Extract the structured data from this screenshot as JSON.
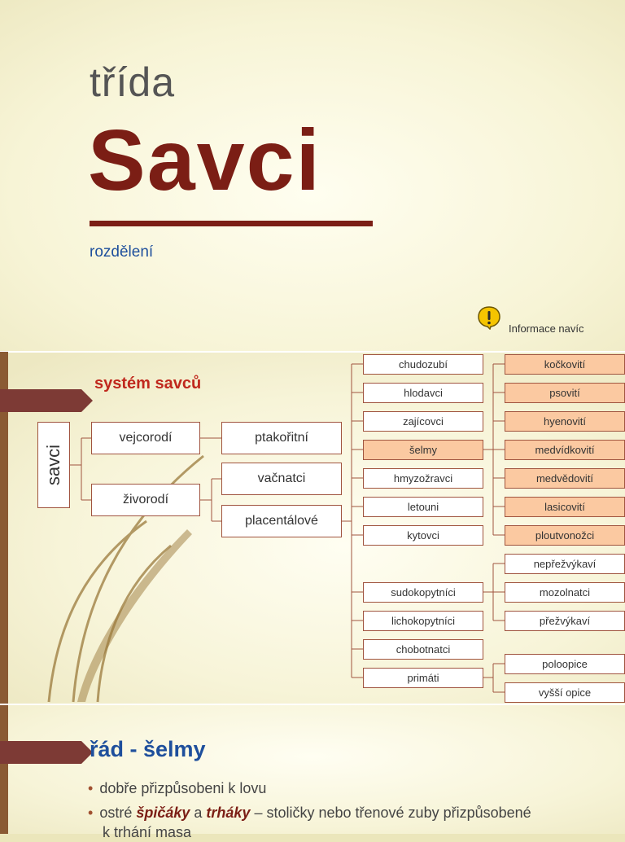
{
  "slide1": {
    "title_small": "třída",
    "title_big": "Savci",
    "subtitle": "rozdělení"
  },
  "info": {
    "icon": "exclamation-speech-icon",
    "text": "Informace navíc"
  },
  "system": {
    "title": "systém savců",
    "root": "savci",
    "level1": [
      "vejcorodí",
      "živorodí"
    ],
    "level2": [
      "ptakořitní",
      "vačnatci",
      "placentálové"
    ],
    "orders": [
      "chudozubí",
      "hlodavci",
      "zajícovci",
      "šelmy",
      "hmyzožravci",
      "letouni",
      "kytovci",
      "sudokopytníci",
      "lichokopytníci",
      "chobotnatci",
      "primáti"
    ],
    "selmy_families": [
      "kočkovití",
      "psovití",
      "hyenovití",
      "medvídkovití",
      "medvědovití",
      "lasicovití",
      "ploutvonožci"
    ],
    "sudokopytnici_groups": [
      "nepřežvýkaví",
      "mozolnatci",
      "přežvýkaví"
    ],
    "primati_groups": [
      "poloopice",
      "vyšší opice"
    ]
  },
  "slide3": {
    "heading": "řád - šelmy",
    "bullet1": "dobře přizpůsobeni k lovu",
    "bullet2_a": "ostré ",
    "bullet2_kw1": "špičáky",
    "bullet2_b": " a ",
    "bullet2_kw2": "trháky",
    "bullet2_c": " – stoličky nebo třenové zuby přizpůsobené",
    "bullet2_d": "k trhání masa",
    "bullet_glyph": "•"
  },
  "colors": {
    "accent": "#7b1e15",
    "blue": "#1e4f9c",
    "highlight": "#fbc9a1",
    "red_title": "#c0281d"
  }
}
